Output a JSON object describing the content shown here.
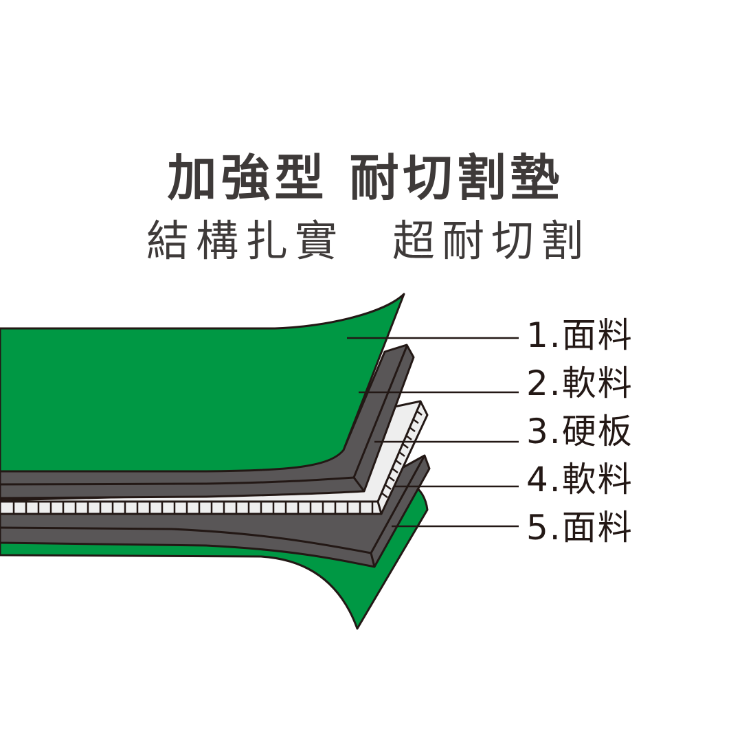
{
  "header": {
    "title": "加強型 耐切割墊",
    "subtitle_left": "結構扎實",
    "subtitle_right": "超耐切割"
  },
  "layers": [
    {
      "label": "1.面料",
      "material": "face",
      "color": "#009844"
    },
    {
      "label": "2.軟料",
      "material": "soft",
      "color": "#595657"
    },
    {
      "label": "3.硬板",
      "material": "hard-board",
      "color": "#eeeeee"
    },
    {
      "label": "4.軟料",
      "material": "soft",
      "color": "#595657"
    },
    {
      "label": "5.面料",
      "material": "face",
      "color": "#009844"
    }
  ],
  "colors": {
    "green": "#009844",
    "dark_gray": "#595657",
    "light_gray": "#eeeeee",
    "outline": "#231815",
    "text": "#3e3a39"
  }
}
